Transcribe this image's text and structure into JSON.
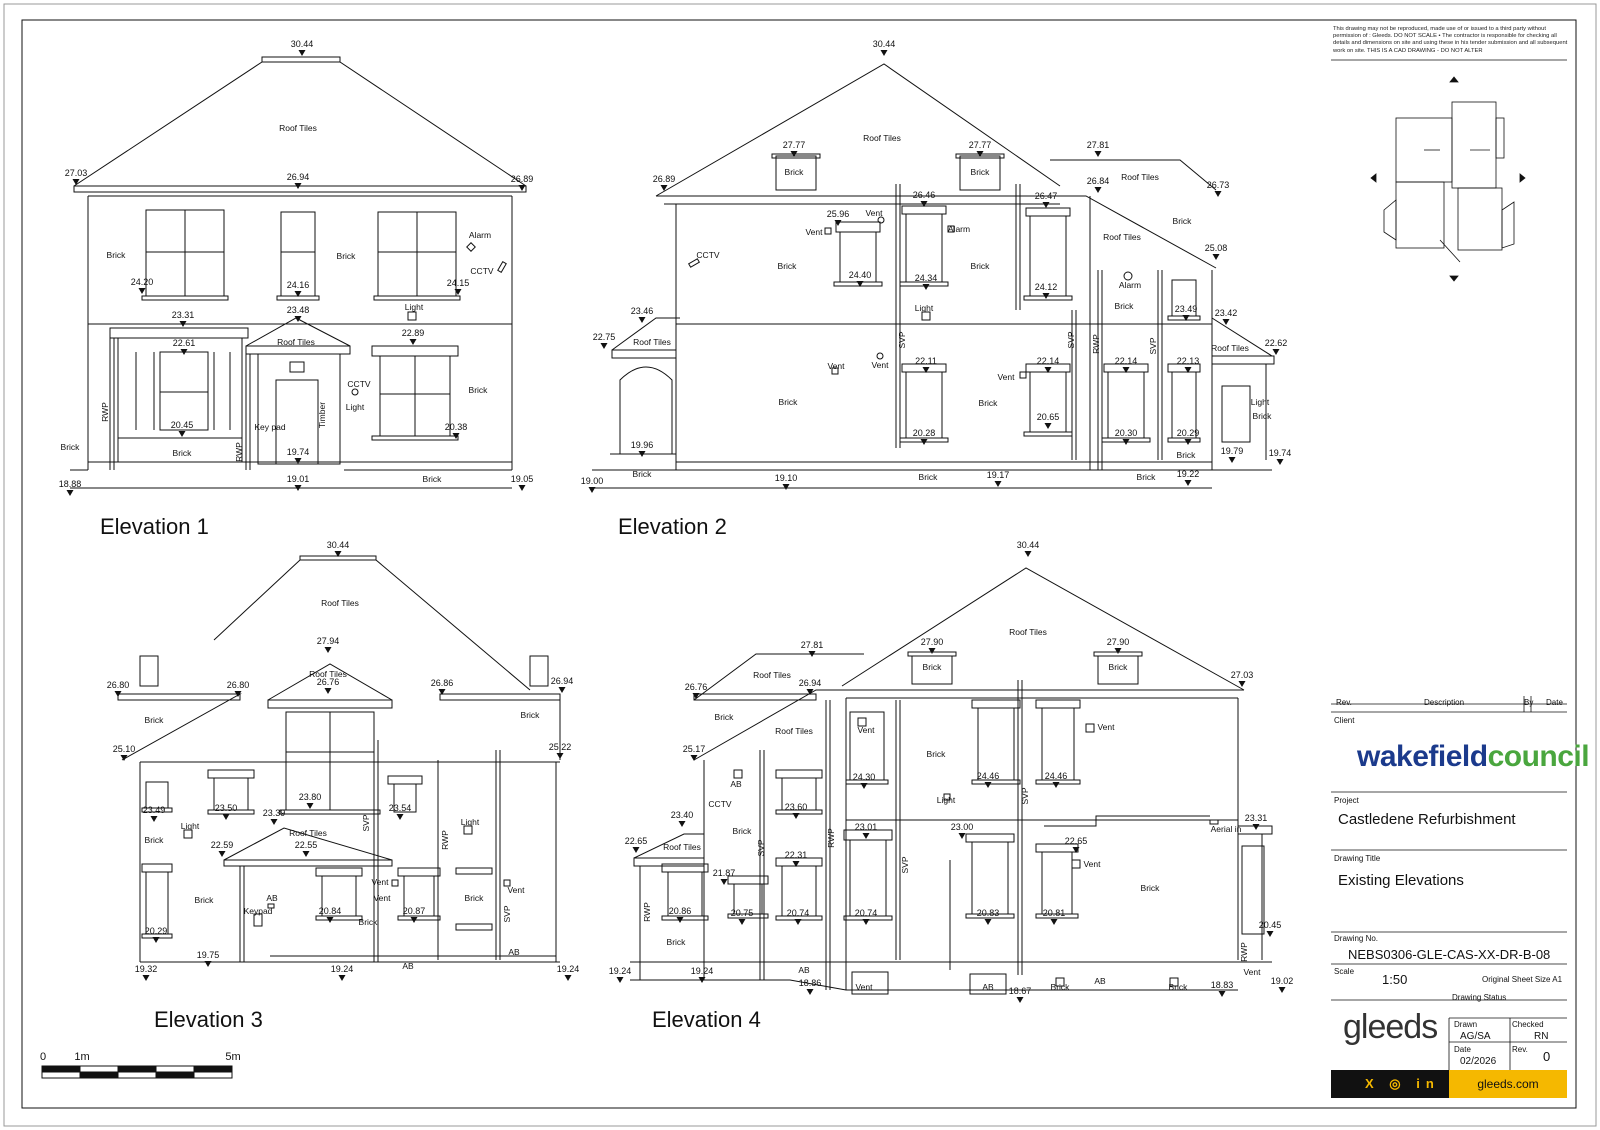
{
  "disclaimer": "This drawing may not be reproduced, made use of or issued to a third party without permission of : Gleeds. DO NOT SCALE • The contractor is responsible for checking all details and dimensions on site and using these in his tender submission and all subsequent work on site. THIS IS A CAD DRAWING - DO NOT ALTER",
  "elevations": [
    {
      "title": "Elevation 1",
      "levels": [
        "30.44",
        "27.03",
        "26.94",
        "26.89",
        "24.20",
        "24.16",
        "24.15",
        "23.31",
        "23.48",
        "22.61",
        "22.89",
        "20.45",
        "20.38",
        "19.74",
        "19.01",
        "19.05",
        "18.88"
      ],
      "labels": [
        "Roof Tiles",
        "Brick",
        "Brick",
        "Alarm",
        "CCTV",
        "Light",
        "Roof Tiles",
        "CCTV",
        "Light",
        "Brick",
        "RWP",
        "Key pad",
        "Timber",
        "Brick",
        "Brick",
        "RWP",
        "Brick"
      ]
    },
    {
      "title": "Elevation 2",
      "levels": [
        "30.44",
        "27.77",
        "27.77",
        "27.81",
        "26.89",
        "26.46",
        "26.84",
        "26.47",
        "26.73",
        "25.96",
        "25.08",
        "24.40",
        "24.34",
        "24.12",
        "23.49",
        "23.46",
        "23.42",
        "22.75",
        "22.62",
        "22.11",
        "22.14",
        "22.14",
        "22.13",
        "20.28",
        "20.65",
        "20.30",
        "20.29",
        "19.96",
        "19.79",
        "19.74",
        "19.00",
        "19.10",
        "19.17",
        "19.22"
      ],
      "labels": [
        "Roof Tiles",
        "Brick",
        "Brick",
        "Roof Tiles",
        "Brick",
        "Vent",
        "Vent",
        "CCTV",
        "Alarm",
        "Brick",
        "Brick",
        "Roof Tiles",
        "Alarm",
        "Brick",
        "Light",
        "Roof Tiles",
        "Roof Tiles",
        "Vent",
        "Vent",
        "SVP",
        "SVP",
        "RWP",
        "SVP",
        "Vent",
        "Brick",
        "Brick",
        "Light",
        "Brick",
        "Brick",
        "Brick",
        "Brick",
        "Brick"
      ]
    },
    {
      "title": "Elevation 3",
      "levels": [
        "30.44",
        "27.94",
        "26.76",
        "26.80",
        "26.80",
        "26.86",
        "26.94",
        "25.10",
        "25.22",
        "23.49",
        "23.50",
        "23.80",
        "23.54",
        "23.39",
        "22.59",
        "22.55",
        "20.29",
        "20.84",
        "20.87",
        "19.32",
        "19.75",
        "19.24",
        "19.24"
      ],
      "labels": [
        "Roof Tiles",
        "Roof Tiles",
        "Brick",
        "Brick",
        "Light",
        "Light",
        "Brick",
        "Roof Tiles",
        "SVP",
        "RWP",
        "Brick",
        "AB",
        "Keypad",
        "Vent",
        "Vent",
        "Vent",
        "Brick",
        "Brick",
        "SVP",
        "AB",
        "AB"
      ]
    },
    {
      "title": "Elevation 4",
      "levels": [
        "30.44",
        "27.81",
        "27.90",
        "27.90",
        "26.76",
        "26.94",
        "27.03",
        "25.17",
        "24.30",
        "24.46",
        "24.46",
        "23.60",
        "23.40",
        "23.01",
        "23.00",
        "23.31",
        "22.65",
        "22.31",
        "22.65",
        "21.87",
        "20.86",
        "20.75",
        "20.74",
        "20.74",
        "20.83",
        "20.81",
        "20.45",
        "19.24",
        "19.24",
        "18.86",
        "18.67",
        "18.83",
        "19.02"
      ],
      "labels": [
        "Roof Tiles",
        "Roof Tiles",
        "Brick",
        "Brick",
        "Brick",
        "Roof Tiles",
        "Vent",
        "Vent",
        "Brick",
        "AB",
        "CCTV",
        "Light",
        "Brick",
        "Aerial in",
        "Roof Tiles",
        "SVP",
        "RWP",
        "SVP",
        "SVP",
        "Vent",
        "Brick",
        "Brick",
        "RWP",
        "RWP",
        "AB",
        "Vent",
        "Vent",
        "AB",
        "Brick",
        "AB",
        "Brick"
      ]
    }
  ],
  "scale_bar": {
    "ticks": [
      "0",
      "1m",
      "5m"
    ]
  },
  "title_block": {
    "rev_header": {
      "rev": "Rev.",
      "description": "Description",
      "by": "By",
      "date": "Date"
    },
    "client_label": "Client",
    "client_logo_part1": "wakefield",
    "client_logo_part2": "council",
    "project_label": "Project",
    "project_value": "Castledene Refurbishment",
    "drawing_title_label": "Drawing Title",
    "drawing_title_value": "Existing Elevations",
    "drawing_no_label": "Drawing No.",
    "drawing_no_value": "NEBS0306-GLE-CAS-XX-DR-B-08",
    "scale_label": "Scale",
    "scale_value": "1:50",
    "sheet_size": "Original Sheet Size A1",
    "drawing_status_label": "Drawing Status",
    "drawn_label": "Drawn",
    "drawn_value": "AG/SA",
    "checked_label": "Checked",
    "checked_value": "RN",
    "date_label": "Date",
    "date_value": "02/2026",
    "rev_label": "Rev.",
    "rev_value": "0",
    "company_logo": "gleeds",
    "website": "gleeds.com",
    "social_icons": [
      "x-icon",
      "instagram-icon",
      "linkedin-icon"
    ],
    "social_glyphs": "X ◎ in"
  },
  "colors": {
    "line": "#111111",
    "brand_yellow": "#f5b800",
    "wakefield_blue": "#1b3a8c",
    "wakefield_green": "#4aa63e"
  }
}
